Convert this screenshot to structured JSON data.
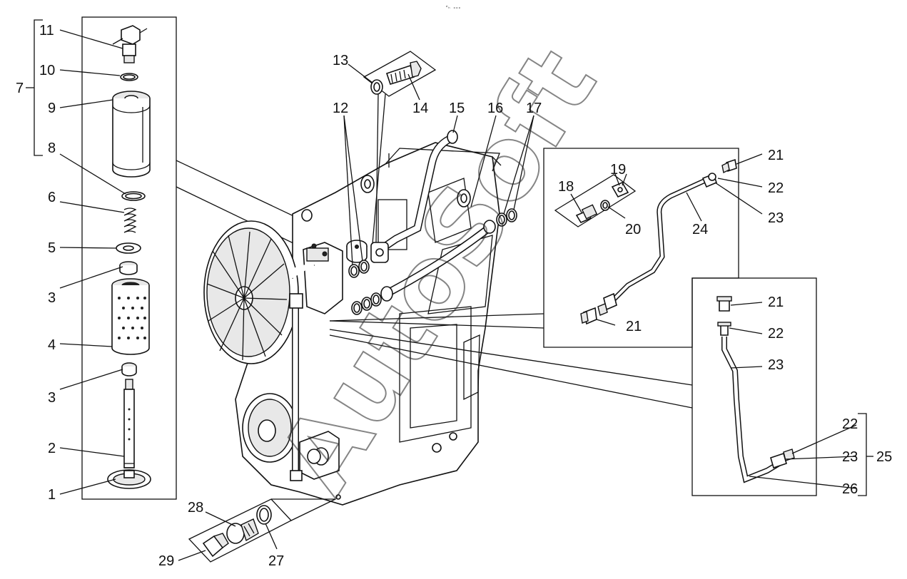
{
  "header": {
    "corner_mark": "ᵈₕ ₒₒₒ"
  },
  "watermark": {
    "text": "AutoSoft"
  },
  "callouts": {
    "c1": "1",
    "c2": "2",
    "c3a": "3",
    "c3b": "3",
    "c4": "4",
    "c5": "5",
    "c6": "6",
    "c7": "7",
    "c8": "8",
    "c9": "9",
    "c10": "10",
    "c11": "11",
    "c12": "12",
    "c13": "13",
    "c14": "14",
    "c15": "15",
    "c16": "16",
    "c17": "17",
    "c18": "18",
    "c19": "19",
    "c20": "20",
    "c21a": "21",
    "c21b": "21",
    "c21c": "21",
    "c22a": "22",
    "c22b": "22",
    "c22c": "22",
    "c23a": "23",
    "c23b": "23",
    "c23c": "23",
    "c24": "24",
    "c25": "25",
    "c26": "26",
    "c27": "27",
    "c28": "28",
    "c29": "29"
  },
  "icons": {
    "gearbox": "transmission-housing-icon",
    "filter": "oil-filter-icon",
    "pipe": "oil-pipe-icon",
    "plug": "drain-plug-icon"
  }
}
